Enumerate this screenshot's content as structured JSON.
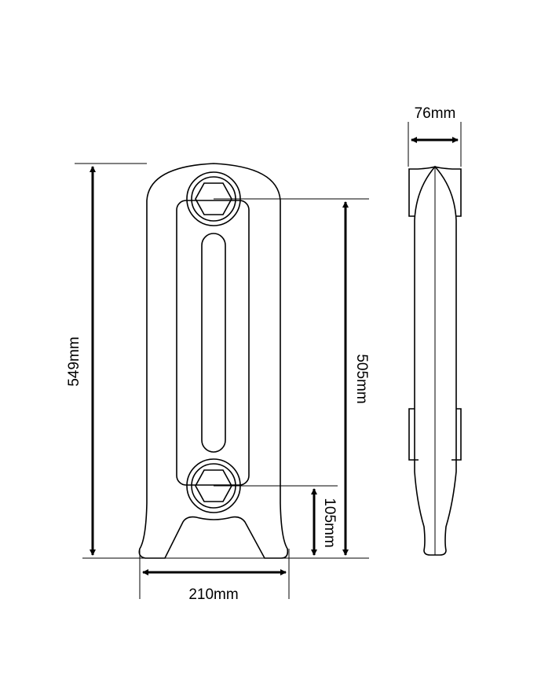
{
  "title": "Radiator section dimensions",
  "dimensions": {
    "height": "549mm",
    "pipe_centres": "505mm",
    "pipe_height_from_floor": "105mm",
    "width": "210mm",
    "depth": "76mm"
  }
}
